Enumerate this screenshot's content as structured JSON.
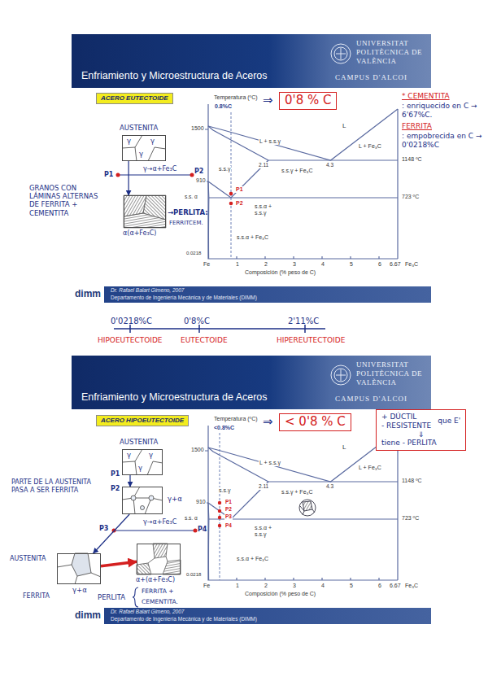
{
  "diagram": {
    "nodes": [
      {
        "text": [
          "Enfriamiento y Microestructura de Aceros"
        ]
      },
      {
        "text": [
          "UNIVERSITAT POLITÈCNICA DE VALÈNCIA",
          "CAMPUS D'ALCOI"
        ],
        "in": 0
      },
      {
        "text": [
          "ACERO EUTECTOIDE"
        ]
      },
      {
        "text": [
          "0'8 % C"
        ]
      },
      {
        "text": [
          "AUSTENITA",
          "γ",
          "γ",
          "γ"
        ]
      },
      {
        "text": [
          "α(α+Fe₃C)"
        ]
      },
      {
        "text": [
          "dimm",
          "Dr. Rafael Balart Gimeno, 2007",
          "Departamento de Ingeniería Mecánica y de Materiales (DIMM)"
        ]
      },
      {
        "text": [
          "Enfriamiento y Microestructura de Aceros"
        ]
      },
      {
        "text": [
          "UNIVERSITAT POLITÈCNICA DE VALÈNCIA",
          "CAMPUS D'ALCOI"
        ],
        "in": 7
      },
      {
        "text": [
          "ACERO HIPOEUTECTOIDE"
        ]
      },
      {
        "text": [
          "< 0'8 % C"
        ]
      },
      {
        "text": [
          "+ DÚCTIL",
          "- RESISTENTE",
          "que E'",
          "⇓",
          "tiene - PERLITA"
        ]
      },
      {
        "text": [
          "AUSTENITA",
          "γ",
          "γ",
          "γ"
        ]
      },
      {
        "text": [
          "γ+α"
        ]
      },
      {
        "text": [
          "γ+α"
        ]
      },
      {
        "text": [
          "α+(α+Fe₃C)"
        ]
      },
      {
        "text": [
          "dimm",
          "Dr. Rafael Balart Gimeno, 2007",
          "Departamento de Ingeniería Mecánica y de Materiales (DIMM)"
        ]
      }
    ],
    "edges": [
      {
        "from": 4,
        "to": 5,
        "arrow": "to"
      },
      {
        "from": 12,
        "to": 13,
        "arrow": "to"
      },
      {
        "from": 13,
        "to": 14,
        "arrow": "to"
      },
      {
        "from": 14,
        "to": 15,
        "arrow": "to"
      }
    ],
    "labels": [
      "Temperatura (ºC)",
      "0.8%C",
      "⇒",
      "* CEMENTITA",
      ": enriquecido en C → 6'67%C.",
      "FERRITA",
      ": empobrecida en C → 0'0218%C",
      "1500",
      "910",
      "L",
      "L + s.s.γ",
      "L + Fe₃C",
      "s.s.γ",
      "2.11",
      "4.3",
      "s.s.γ + Fe₃C",
      "1148 ºC",
      "723 ºC",
      "P1",
      "P2",
      "s.s. α",
      "s.s.α + s.s.γ",
      "s.s.α + Fe₃C",
      "0.0218",
      "Fe",
      "1",
      "2",
      "3",
      "4",
      "5",
      "6",
      "6.67",
      "Fe₃C",
      "Composición (% peso de C)",
      "P1",
      "P2",
      "γ→α+Fe₃C",
      "GRANOS CON LÁMINAS ALTERNAS DE FERRITA + CEMENTITA",
      "→PERLITA:",
      "FERRITCEM.",
      "0'0218%C",
      "0'8%C",
      "2'11%C",
      "HIPOEUTECTOIDE",
      "EUTECTOIDE",
      "HIPEREUTECTOIDE",
      "Temperatura (ºC)",
      "<0.8%C",
      "⇒",
      "1500",
      "910",
      "L",
      "L + s.s.γ",
      "L + Fe₃C",
      "s.s.γ",
      "2.11",
      "4.3",
      "s.s.γ + Fe₃C",
      "1148 ºC",
      "723 ºC",
      "P1",
      "P2",
      "P3",
      "P4",
      "s.s. α",
      "s.s.α + s.s.γ",
      "s.s.α + Fe₃C",
      "0.0218",
      "Fe",
      "1",
      "2",
      "3",
      "4",
      "5",
      "6",
      "6.67",
      "Fe₃C",
      "Composición (% peso de C)",
      "PARTE DE LA AUSTENITA PASA A SER FERRITA",
      "P1",
      "P2",
      "γ→α+Fe₃C",
      "P3",
      "P4",
      "AUSTENITA",
      "FERRITA",
      "PERLITA",
      "FERRITA +",
      "CEMENTITA."
    ]
  }
}
